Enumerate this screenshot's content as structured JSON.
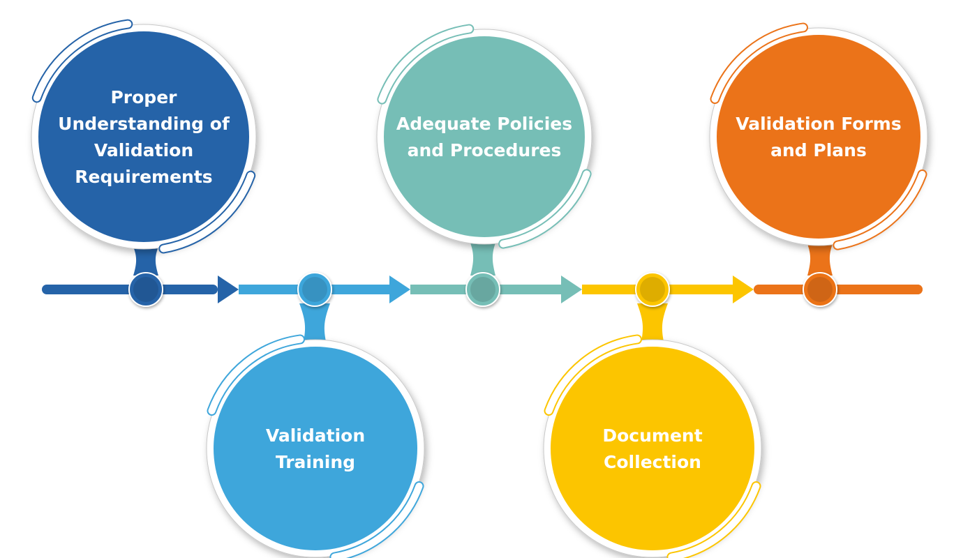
{
  "steps": [
    {
      "id": "understanding",
      "lines": [
        "Proper",
        "Understanding of",
        "Validation",
        "Requirements"
      ],
      "color": "#2563a8",
      "position": "above"
    },
    {
      "id": "training",
      "lines": [
        "Validation",
        "Training"
      ],
      "color": "#3ea6db",
      "position": "below"
    },
    {
      "id": "policies",
      "lines": [
        "Adequate Policies",
        "and Procedures"
      ],
      "color": "#76beb6",
      "position": "above"
    },
    {
      "id": "collection",
      "lines": [
        "Document",
        "Collection"
      ],
      "color": "#fcc500",
      "position": "below"
    },
    {
      "id": "forms",
      "lines": [
        "Validation Forms",
        "and Plans"
      ],
      "color": "#eb7319",
      "position": "above"
    }
  ],
  "colors": {
    "background": "#ffffff",
    "label_text": "#ffffff",
    "highlight": "#ffffff",
    "shadow": "#c8c8c8"
  }
}
